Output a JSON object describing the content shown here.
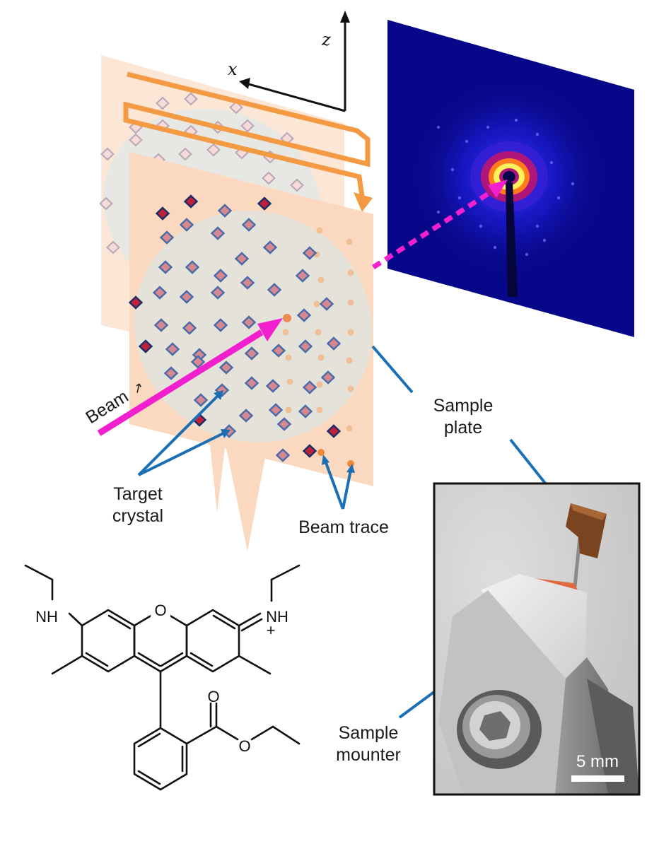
{
  "axes": {
    "x_label": "x",
    "z_label": "z"
  },
  "labels": {
    "beam": "Beam",
    "beam_arrow": "↗",
    "sample_plate_line1": "Sample",
    "sample_plate_line2": "plate",
    "target_crystal_line1": "Target",
    "target_crystal_line2": "crystal",
    "beam_trace": "Beam trace",
    "sample_mounter_line1": "Sample",
    "sample_mounter_line2": "mounter",
    "scale_bar": "5 mm"
  },
  "molecule": {
    "nh_left": "NH",
    "nh_right": "NH",
    "charge": "+",
    "ring_oxygen": "O",
    "carbonyl_oxygen": "O",
    "ester_oxygen": "O"
  },
  "colors": {
    "plate": "#fbd9c0",
    "plate_back": "#fce6d6",
    "scan_path": "#f39a43",
    "beam": "#f21fcf",
    "pointer": "#1a6fb5",
    "crystal_fill": "#d8898f",
    "crystal_edge": "#4b6aa8",
    "detector_bg": "#0a0a8a"
  }
}
